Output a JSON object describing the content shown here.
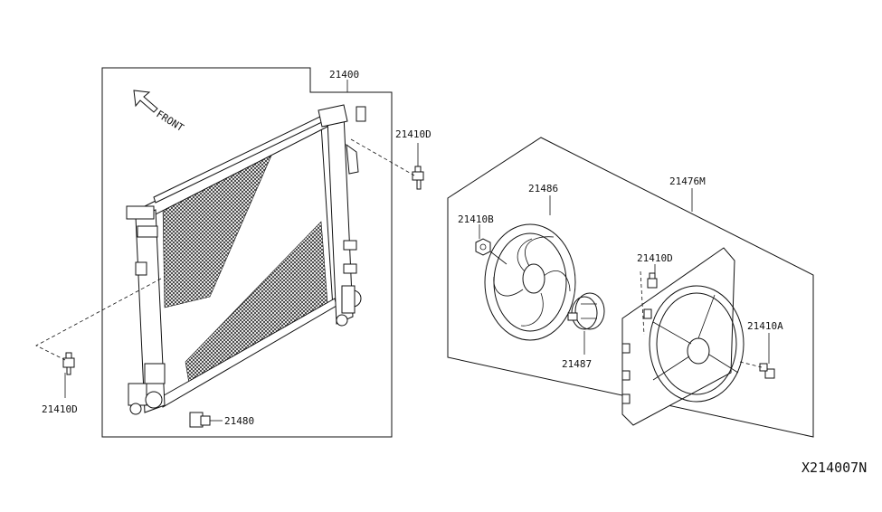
{
  "diagram": {
    "reference_code": "X214007N",
    "direction_label": "FRONT",
    "parts": [
      {
        "id": "radiator",
        "number": "21400"
      },
      {
        "id": "bolt_upper_right",
        "number": "21410D"
      },
      {
        "id": "bolt_lower_left",
        "number": "21410D"
      },
      {
        "id": "drain_plug",
        "number": "21480"
      },
      {
        "id": "fan_assembly",
        "number": "21476M"
      },
      {
        "id": "fan_blade",
        "number": "21486"
      },
      {
        "id": "nut_fan",
        "number": "21410B"
      },
      {
        "id": "fan_motor",
        "number": "21487"
      },
      {
        "id": "bolt_shroud_top",
        "number": "21410D"
      },
      {
        "id": "bolt_shroud_right",
        "number": "21410A"
      }
    ]
  }
}
